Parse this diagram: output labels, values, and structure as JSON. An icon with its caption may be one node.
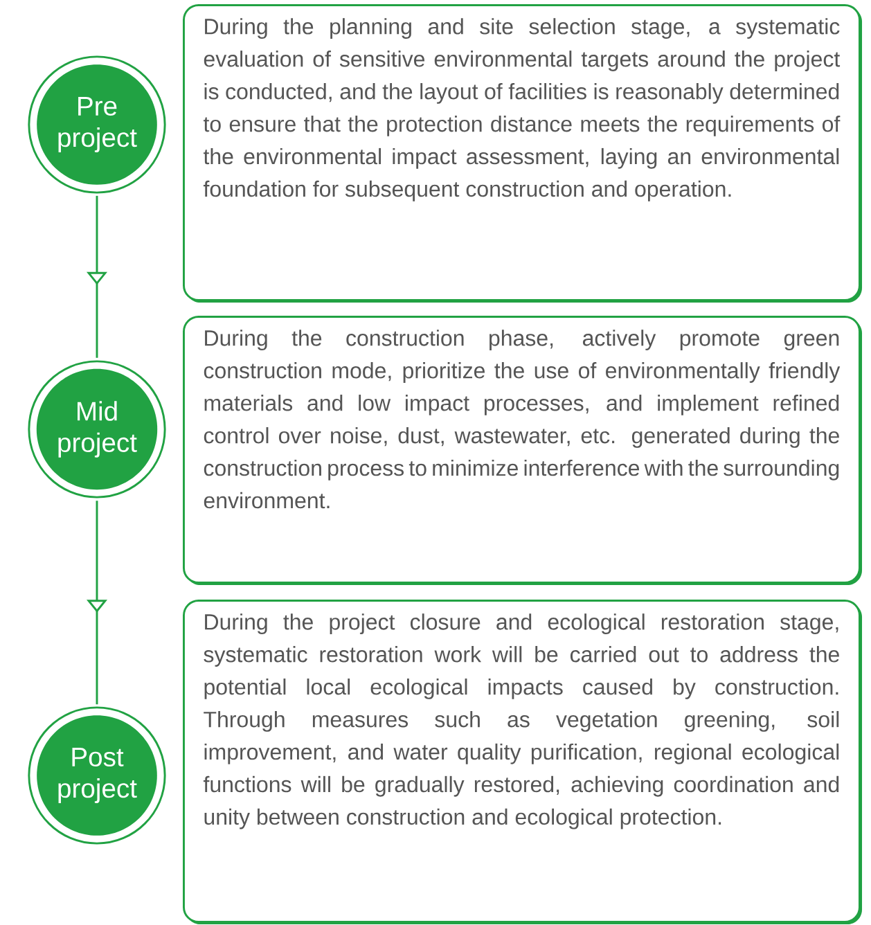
{
  "diagram": {
    "nodes": [
      {
        "text": [
          "Pre project"
        ]
      },
      {
        "text": [
          "During the planning and site selection stage, a systematic evaluation of sensitive environmental targets around the project is conducted, and the layout of facilities is reasonably determined to ensure that the protection distance meets the requirements of the environmental impact assessment, laying an environmental foundation for subsequent construction and operation."
        ]
      },
      {
        "text": [
          "Mid project"
        ]
      },
      {
        "text": [
          "During the construction phase, actively promote green construction mode, prioritize the use of environmentally friendly materials and low impact processes, and implement refined control over noise, dust, wastewater, etc. generated during the construction process to minimize interference with the surrounding environment."
        ]
      },
      {
        "text": [
          "Post project"
        ]
      },
      {
        "text": [
          "During the project closure and ecological restoration stage, systematic restoration work will be carried out to address the potential local ecological impacts caused by construction. Through measures such as vegetation greening, soil improvement, and water quality purification, regional ecological functions will be gradually restored, achieving coordination and unity between construction and ecological protection."
        ]
      }
    ],
    "edges": [
      {
        "from": 0,
        "to": 2,
        "arrow": "to"
      },
      {
        "from": 2,
        "to": 4,
        "arrow": "to"
      }
    ]
  }
}
